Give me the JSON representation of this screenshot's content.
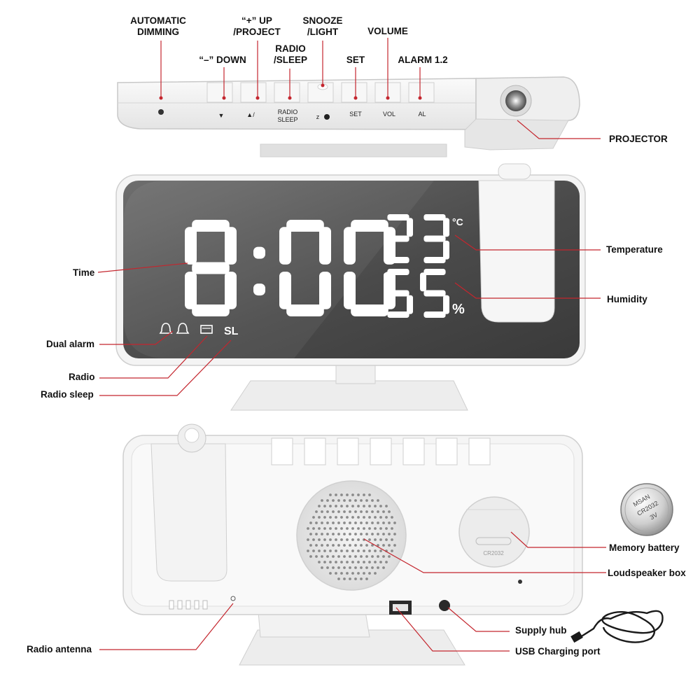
{
  "top_labels": {
    "auto_dimming_1": "AUTOMATIC",
    "auto_dimming_2": "DIMMING",
    "up_1": "“+” UP",
    "up_2": "/PROJECT",
    "snooze_1": "SNOOZE",
    "snooze_2": "/LIGHT",
    "volume": "VOLUME",
    "down": "“–” DOWN",
    "radio_1": "RADIO",
    "radio_2": "/SLEEP",
    "set": "SET",
    "alarm": "ALARM 1.2",
    "projector": "PROJECTOR"
  },
  "button_labels": {
    "down": "▼",
    "up": "▲/",
    "radio_1": "RADIO",
    "radio_2": "SLEEP",
    "snooze": "z",
    "set": "SET",
    "vol": "VOL",
    "al": "AL"
  },
  "display": {
    "time": "8:00",
    "temperature": "23",
    "temp_unit": "°C",
    "humidity": "55",
    "humidity_unit": "%",
    "sleep_indicator": "SL"
  },
  "front_labels": {
    "time": "Time",
    "temperature": "Temperature",
    "humidity": "Humidity",
    "dual_alarm": "Dual alarm",
    "radio": "Radio",
    "radio_sleep": "Radio sleep"
  },
  "back_labels": {
    "memory_battery": "Memory battery",
    "loudspeaker_box": "Loudspeaker box",
    "supply_hub": "Supply hub",
    "usb_port": "USB Charging port",
    "radio_antenna": "Radio antenna"
  },
  "battery_text": {
    "brand": "MSAN",
    "model": "CR2032",
    "voltage": "3V",
    "compartment": "CR2032"
  },
  "colors": {
    "leader_line": "#c4262e",
    "device_body": "#f2f2f2",
    "device_edge": "#c8c8c8",
    "screen": "#5a5a5a",
    "segment": "#ffffff"
  }
}
